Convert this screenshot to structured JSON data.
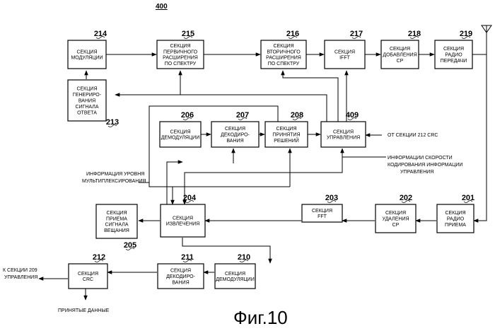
{
  "figure_number": "400",
  "caption": "Фиг.10",
  "blocks": [
    {
      "id": "214",
      "number": "214",
      "lines": [
        "СЕКЦИЯ",
        "МОДУЛЯЦИИ"
      ]
    },
    {
      "id": "215",
      "number": "215",
      "lines": [
        "СЕКЦИЯ",
        "ПЕРВИЧНОГО",
        "РАСШИРЕНИЯ",
        "ПО СПЕКТРУ"
      ]
    },
    {
      "id": "216",
      "number": "216",
      "lines": [
        "СЕКЦИЯ",
        "ВТОРИЧНОГО",
        "РАСШИРЕНИЯ",
        "ПО СПЕКТРУ"
      ]
    },
    {
      "id": "217",
      "number": "217",
      "lines": [
        "СЕКЦИЯ",
        "IFFT"
      ]
    },
    {
      "id": "218",
      "number": "218",
      "lines": [
        "СЕКЦИЯ",
        "ДОБАВЛЕНИЯ",
        "CP"
      ]
    },
    {
      "id": "219",
      "number": "219",
      "lines": [
        "СЕКЦИЯ",
        "РАДИО",
        "ПЕРЕДАЧИ"
      ]
    },
    {
      "id": "213",
      "number": "213",
      "lines": [
        "СЕКЦИЯ",
        "ГЕНЕРИРО-",
        "ВАНИЯ",
        "СИГНАЛА",
        "ОТВЕТА"
      ]
    },
    {
      "id": "206",
      "number": "206",
      "lines": [
        "СЕКЦИЯ",
        "ДЕМОДУЛЯЦИИ"
      ]
    },
    {
      "id": "207",
      "number": "207",
      "lines": [
        "СЕКЦИЯ",
        "ДЕКОДИРО-",
        "ВАНИЯ"
      ]
    },
    {
      "id": "208",
      "number": "208",
      "lines": [
        "СЕКЦИЯ",
        "ПРИНЯТИЯ",
        "РЕШЕНИЙ"
      ]
    },
    {
      "id": "409",
      "number": "409",
      "lines": [
        "СЕКЦИЯ",
        "УПРАВЛЕНИЯ"
      ]
    },
    {
      "id": "205",
      "number": "205",
      "lines": [
        "СЕКЦИЯ",
        "ПРИЕМА",
        "СИГНАЛА",
        "ВЕЩАНИЯ"
      ]
    },
    {
      "id": "204",
      "number": "204",
      "lines": [
        "СЕКЦИЯ",
        "ИЗВЛЕЧЕНИЯ"
      ]
    },
    {
      "id": "203",
      "number": "203",
      "lines": [
        "СЕКЦИЯ",
        "FFT"
      ]
    },
    {
      "id": "202",
      "number": "202",
      "lines": [
        "СЕКЦИЯ",
        "УДАЛЕНИЯ",
        "CP"
      ]
    },
    {
      "id": "201",
      "number": "201",
      "lines": [
        "СЕКЦИЯ",
        "РАДИО",
        "ПРИЕМА"
      ]
    },
    {
      "id": "212",
      "number": "212",
      "lines": [
        "СЕКЦИЯ",
        "CRC"
      ]
    },
    {
      "id": "211",
      "number": "211",
      "lines": [
        "СЕКЦИЯ",
        "ДЕКОДИРО-",
        "ВАНИЯ"
      ]
    },
    {
      "id": "210",
      "number": "210",
      "lines": [
        "СЕКЦИЯ",
        "ДЕМОДУЛЯЦИИ"
      ]
    }
  ],
  "notes": {
    "from_crc": "ОТ СЕКЦИИ 212 CRC",
    "rate_info": [
      "ИНФОРМАЦИИ СКОРОСТИ",
      "КОДИРОВАНИЯ ИНФОРМАЦИИ",
      "УПРАВЛЕНИЯ"
    ],
    "mux_level": [
      "ИНФОРМАЦИЯ УРОВНЯ",
      "МУЛЬТИПЛЕКСИРОВАНИЯ"
    ],
    "to_control": [
      "К СЕКЦИИ 209",
      "УПРАВЛЕНИЯ"
    ],
    "received_data": "ПРИНЯТЫЕ ДАННЫЕ"
  }
}
